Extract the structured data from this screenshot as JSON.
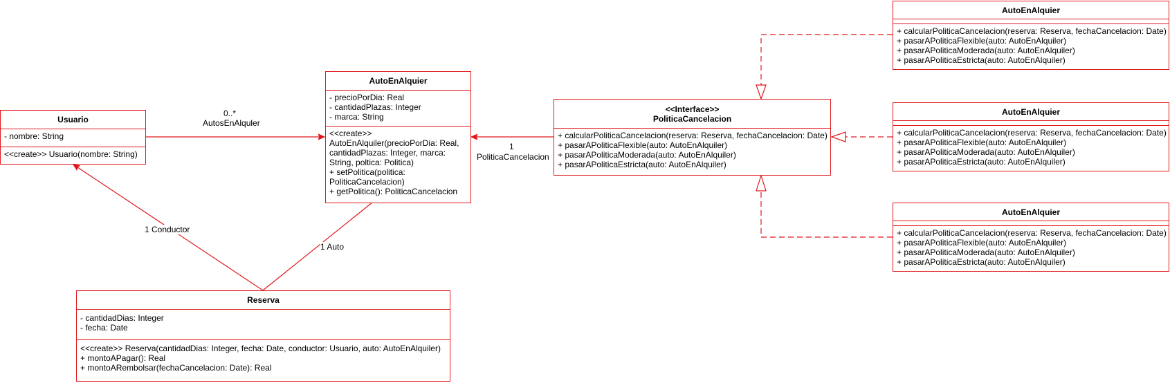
{
  "colors": {
    "stroke": "#e0171a",
    "background": "#ffffff",
    "text": "#000000"
  },
  "classes": {
    "usuario": {
      "name": "Usuario",
      "attributes": [
        "- nombre: String"
      ],
      "methods": [
        "<<create>> Usuario(nombre: String)"
      ]
    },
    "auto": {
      "name": "AutoEnAlquier",
      "attributes": [
        "- precioPorDia: Real",
        "- cantidadPlazas: Integer",
        "- marca: String"
      ],
      "methods": [
        "<<create>>",
        "AutoEnAlquiler(precioPorDia: Real, cantidadPlazas: Integer, marca: String, poltica: Politica)",
        "+ setPolitica(politica: PoliticaCancelacion)",
        "+ getPolitica(): PoliticaCancelacion"
      ]
    },
    "politica": {
      "stereotype": "<<Interface>>",
      "name": "PoliticaCancelacion",
      "methods": [
        "+ calcularPoliticaCancelacion(reserva: Reserva, fechaCancelacion: Date)",
        "+ pasarAPoliticaFlexible(auto: AutoEnAlquiler)",
        "+ pasarAPoliticaModerada(auto: AutoEnAlquiler)",
        "+ pasarAPoliticaEstricta(auto: AutoEnAlquiler)"
      ]
    },
    "reserva": {
      "name": "Reserva",
      "attributes": [
        "- cantidadDias: Integer",
        "- fecha: Date"
      ],
      "methods": [
        "<<create>> Reserva(cantidadDias: Integer, fecha: Date, conductor: Usuario, auto: AutoEnAlquiler)",
        "+ montoAPagar(): Real",
        "+ montoARembolsar(fechaCancelacion: Date): Real"
      ]
    },
    "impl1": {
      "name": "AutoEnAlquier",
      "methods": [
        "+ calcularPoliticaCancelacion(reserva: Reserva, fechaCancelacion: Date)",
        "+ pasarAPoliticaFlexible(auto: AutoEnAlquiler)",
        "+ pasarAPoliticaModerada(auto: AutoEnAlquiler)",
        "+ pasarAPoliticaEstricta(auto: AutoEnAlquiler)"
      ]
    },
    "impl2": {
      "name": "AutoEnAlquier",
      "methods": [
        "+ calcularPoliticaCancelacion(reserva: Reserva, fechaCancelacion: Date)",
        "+ pasarAPoliticaFlexible(auto: AutoEnAlquiler)",
        "+ pasarAPoliticaModerada(auto: AutoEnAlquiler)",
        "+ pasarAPoliticaEstricta(auto: AutoEnAlquiler)"
      ]
    },
    "impl3": {
      "name": "AutoEnAlquier",
      "methods": [
        "+ calcularPoliticaCancelacion(reserva: Reserva, fechaCancelacion: Date)",
        "+ pasarAPoliticaFlexible(auto: AutoEnAlquiler)",
        "+ pasarAPoliticaModerada(auto: AutoEnAlquiler)",
        "+ pasarAPoliticaEstricta(auto: AutoEnAlquiler)"
      ]
    }
  },
  "edge_labels": {
    "usuario_auto_mult": "0..*",
    "usuario_auto_role": "AutosEnAlquler",
    "auto_politica_mult": "1",
    "auto_politica_role": "PoliticaCancelacion",
    "reserva_usuario": "1 Conductor",
    "reserva_auto": "1 Auto"
  }
}
